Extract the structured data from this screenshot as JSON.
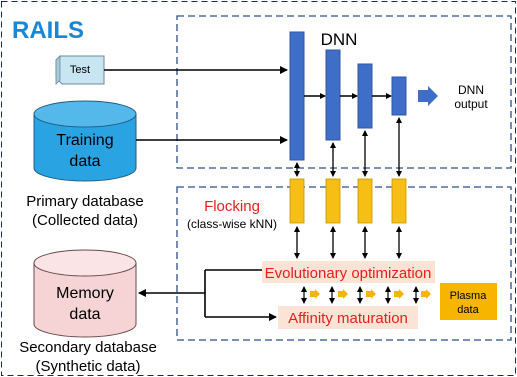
{
  "title": "RAILS",
  "dnn": {
    "label": "DNN",
    "output_label_line1": "DNN",
    "output_label_line2": "output"
  },
  "inputs": {
    "test_label": "Test",
    "training_line1": "Training",
    "training_line2": "data",
    "primary_line1": "Primary database",
    "primary_line2": "(Collected data)"
  },
  "flocking": {
    "label": "Flocking",
    "sublabel": "(class-wise kNN)"
  },
  "memory": {
    "line1": "Memory",
    "line2": "data",
    "secondary_line1": "Secondary database",
    "secondary_line2": "(Synthetic data)"
  },
  "processes": {
    "evolutionary": "Evolutionary optimization",
    "affinity": "Affinity maturation"
  },
  "plasma": {
    "line1": "Plasma",
    "line2": "data"
  },
  "colors": {
    "title": "#1a86d6",
    "dnn_blue": "#3f6ec8",
    "flock_yellow": "#f7be16",
    "flock_red": "#e8201c",
    "process_bg": "#fbe3d6",
    "plasma_bg": "#f7b500",
    "training_cyl": "#2aa3e2",
    "memory_cyl": "#f6d4d6",
    "dash_border": "#2d4f8a"
  }
}
